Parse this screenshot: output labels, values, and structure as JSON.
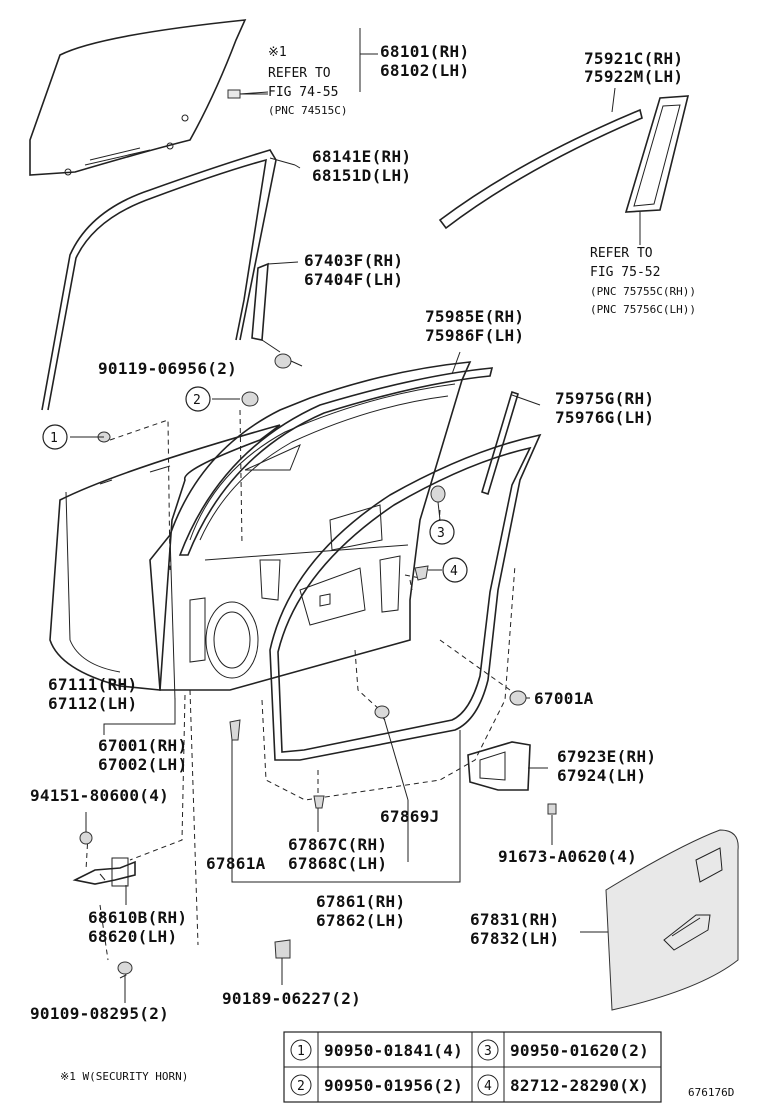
{
  "labels": {
    "p68101": "68101(RH)",
    "p68102": "68102(LH)",
    "note_mark": "※1",
    "note_refer": "REFER TO",
    "note_fig": "FIG 74-55",
    "note_pnc": "(PNC 74515C)",
    "p75921": "75921C(RH)",
    "p75922": "75922M(LH)",
    "p68141": "68141E(RH)",
    "p68151": "68151D(LH)",
    "ref2_refer": "REFER TO",
    "ref2_fig": "FIG 75-52",
    "ref2_pnc1": "(PNC 75755C(RH))",
    "ref2_pnc2": "(PNC 75756C(LH))",
    "p67403": "67403F(RH)",
    "p67404": "67404F(LH)",
    "p75985": "75985E(RH)",
    "p75986": "75986F(LH)",
    "p90119": "90119-06956(2)",
    "p75975": "75975G(RH)",
    "p75976": "75976G(LH)",
    "p67111": "67111(RH)",
    "p67112": "67112(LH)",
    "p67001a": "67001A",
    "p67001": "67001(RH)",
    "p67002": "67002(LH)",
    "p67923": "67923E(RH)",
    "p67924": "67924(LH)",
    "p94151": "94151-80600(4)",
    "p67869": "67869J",
    "p67867": "67867C(RH)",
    "p67868": "67868C(LH)",
    "p67861a": "67861A",
    "p91673": "91673-A0620(4)",
    "p67861": "67861(RH)",
    "p67862": "67862(LH)",
    "p68610": "68610B(RH)",
    "p68620": "68620(LH)",
    "p67831": "67831(RH)",
    "p67832": "67832(LH)",
    "p90109": "90109-08295(2)",
    "p90189": "90189-06227(2)"
  },
  "callouts": {
    "c1": "1",
    "c2": "2",
    "c3": "3",
    "c4": "4"
  },
  "legend_table": [
    {
      "num": "1",
      "part": "90950-01841(4)"
    },
    {
      "num": "3",
      "part": "90950-01620(2)"
    },
    {
      "num": "2",
      "part": "90950-01956(2)"
    },
    {
      "num": "4",
      "part": "82712-28290(X)"
    }
  ],
  "footnote": "※1 W(SECURITY HORN)",
  "figure_id": "676176D"
}
